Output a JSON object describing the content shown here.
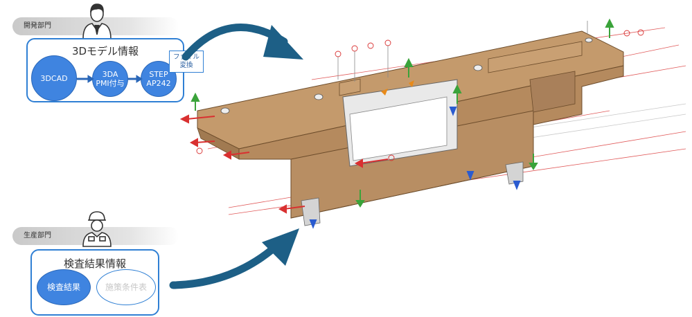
{
  "top_section": {
    "department": "開発部門",
    "title": "3Dモデル情報",
    "steps": [
      "3DCAD",
      "3DA\nPMI付与",
      "STEP\nAP242"
    ],
    "note": "ファイル\n変換"
  },
  "bottom_section": {
    "department": "生産部門",
    "title": "検査結果情報",
    "items": [
      "検査結果",
      "施策条件表"
    ]
  },
  "colors": {
    "panel_border": "#2f7fd4",
    "circle_fill": "#3f84e0",
    "arrow": "#1d5f86",
    "model_body": "#b58a5e"
  },
  "icons": [
    "office-worker-icon",
    "factory-worker-icon",
    "curved-arrow-icon",
    "cad-model-illustration"
  ]
}
